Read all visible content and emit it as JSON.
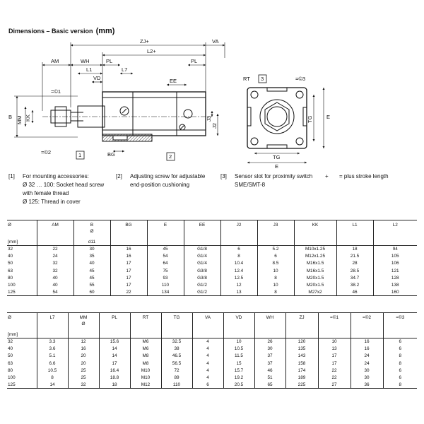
{
  "title": "Dimensions – Basic version",
  "title_unit": "(mm)",
  "drawing": {
    "labels": {
      "ZJ": "ZJ+",
      "L2": "L2+",
      "VA": "VA",
      "AM": "AM",
      "WH": "WH",
      "PL": "PL",
      "L1": "L1",
      "L7": "L7",
      "VD": "VD",
      "EE": "EE",
      "B": "B",
      "MM": "MM",
      "KK": "KK",
      "J3": "J3",
      "J2": "J2",
      "BG": "BG",
      "RT": "RT",
      "TG": "TG",
      "E": "E",
      "s1": "1",
      "s2": "2",
      "s3": "3",
      "c1": "1",
      "c2": "2",
      "c3": "3"
    }
  },
  "notes": [
    {
      "num": "[1]",
      "lines": [
        "For mounting accessories:",
        "Ø 32 … 100: Socket head screw",
        "with female thread",
        "Ø 125: Thread in cover"
      ]
    },
    {
      "num": "[2]",
      "lines": [
        "Adjusting screw for adjustable",
        "end-position cushioning"
      ]
    },
    {
      "num": "[3]",
      "lines": [
        "Sensor slot for proximity switch",
        "SME/SMT-8"
      ]
    },
    {
      "num": "+",
      "lines": [
        "= plus stroke length"
      ]
    }
  ],
  "table1": {
    "headers": [
      {
        "label": "Ø",
        "sub": ""
      },
      {
        "label": "AM",
        "sub": ""
      },
      {
        "label": "B",
        "sub": "Ø"
      },
      {
        "label": "BG",
        "sub": ""
      },
      {
        "label": "E",
        "sub": ""
      },
      {
        "label": "EE",
        "sub": ""
      },
      {
        "label": "J2",
        "sub": ""
      },
      {
        "label": "J3",
        "sub": ""
      },
      {
        "label": "KK",
        "sub": ""
      },
      {
        "label": "L1",
        "sub": ""
      },
      {
        "label": "L2",
        "sub": ""
      }
    ],
    "units": [
      "[mm]",
      "",
      "d11",
      "",
      "",
      "",
      "",
      "",
      "",
      "",
      ""
    ],
    "rows": [
      [
        "32",
        "22",
        "30",
        "16",
        "45",
        "G1/8",
        "6",
        "5.2",
        "M10x1.25",
        "18",
        "94"
      ],
      [
        "40",
        "24",
        "35",
        "16",
        "54",
        "G1/4",
        "8",
        "6",
        "M12x1.25",
        "21.5",
        "105"
      ],
      [
        "50",
        "32",
        "40",
        "17",
        "64",
        "G1/4",
        "10.4",
        "8.5",
        "M16x1.5",
        "28",
        "106"
      ],
      [
        "63",
        "32",
        "45",
        "17",
        "75",
        "G3/8",
        "12.4",
        "10",
        "M16x1.5",
        "28.5",
        "121"
      ],
      [
        "80",
        "40",
        "45",
        "17",
        "93",
        "G3/8",
        "12.5",
        "8",
        "M20x1.5",
        "34.7",
        "128"
      ],
      [
        "100",
        "40",
        "55",
        "17",
        "110",
        "G1/2",
        "12",
        "10",
        "M20x1.5",
        "38.2",
        "138"
      ],
      [
        "125",
        "54",
        "60",
        "22",
        "134",
        "G1/2",
        "13",
        "8",
        "M27x2",
        "46",
        "160"
      ]
    ]
  },
  "table2": {
    "headers": [
      {
        "label": "Ø",
        "sub": ""
      },
      {
        "label": "L7",
        "sub": ""
      },
      {
        "label": "MM",
        "sub": "Ø"
      },
      {
        "label": "PL",
        "sub": ""
      },
      {
        "label": "RT",
        "sub": ""
      },
      {
        "label": "TG",
        "sub": ""
      },
      {
        "label": "VA",
        "sub": ""
      },
      {
        "label": "VD",
        "sub": ""
      },
      {
        "label": "WH",
        "sub": ""
      },
      {
        "label": "ZJ",
        "sub": ""
      },
      {
        "label": "=©1",
        "sub": ""
      },
      {
        "label": "=©2",
        "sub": ""
      },
      {
        "label": "=©3",
        "sub": ""
      }
    ],
    "units": [
      "[mm]",
      "",
      "",
      "",
      "",
      "",
      "",
      "",
      "",
      "",
      "",
      "",
      ""
    ],
    "rows": [
      [
        "32",
        "3.3",
        "12",
        "15.6",
        "M6",
        "32.5",
        "4",
        "10",
        "26",
        "120",
        "10",
        "16",
        "6"
      ],
      [
        "40",
        "3.6",
        "16",
        "14",
        "M6",
        "38",
        "4",
        "10.5",
        "30",
        "135",
        "13",
        "16",
        "6"
      ],
      [
        "50",
        "5.1",
        "20",
        "14",
        "M8",
        "46.5",
        "4",
        "11.5",
        "37",
        "143",
        "17",
        "24",
        "8"
      ],
      [
        "63",
        "6.6",
        "20",
        "17",
        "M8",
        "56.5",
        "4",
        "15",
        "37",
        "158",
        "17",
        "24",
        "8"
      ],
      [
        "80",
        "10.5",
        "25",
        "16.4",
        "M10",
        "72",
        "4",
        "15.7",
        "46",
        "174",
        "22",
        "30",
        "6"
      ],
      [
        "100",
        "8",
        "25",
        "18.8",
        "M10",
        "89",
        "4",
        "19.2",
        "51",
        "189",
        "22",
        "30",
        "6"
      ],
      [
        "125",
        "14",
        "32",
        "18",
        "M12",
        "110",
        "6",
        "20.5",
        "65",
        "225",
        "27",
        "36",
        "8"
      ]
    ]
  }
}
